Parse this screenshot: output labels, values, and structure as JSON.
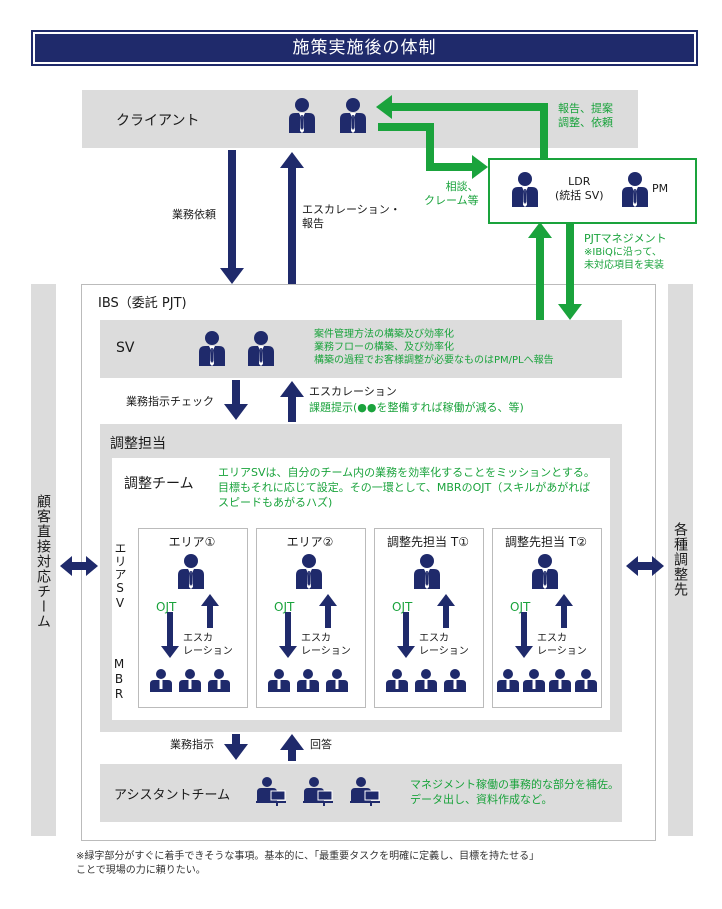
{
  "title": "施策実施後の体制",
  "client": {
    "label": "クライアント"
  },
  "client_to_ldr": "報告、提案\n調整、依頼",
  "complaints": "相談、\nクレーム等",
  "ldr": {
    "ldr_label": "LDR\n(統括 SV)",
    "pm_label": "PM"
  },
  "down_client": "業務依頼",
  "up_client": "エスカレーション・\n報告",
  "pjt_mgmt": {
    "title": "PJTマネジメント",
    "note": "※IBiQに沿って、\n未対応項目を実装"
  },
  "ibs": {
    "label": "IBS（委託 PJT)"
  },
  "sv": {
    "label": "SV",
    "notes": "案件管理方法の構築及び効率化\n業務フローの構築、及び効率化\n構築の過程でお客様調整が必要なものはPM/PLへ報告"
  },
  "sv_down": "業務指示チェック",
  "sv_up_1": "エスカレーション",
  "sv_up_2": "課題提示(●●を整備すれば稼働が減る、等)",
  "coord": {
    "label": "調整担当"
  },
  "coord_team": {
    "label": "調整チーム",
    "note": "エリアSVは、自分のチーム内の業務を効率化することをミッションとする。目標もそれに応じて設定。その一環として、MBRのOJT（スキルがあがればスピードもあがるハズ)"
  },
  "row_labels": {
    "area_sv": "エリアSV",
    "mbr": "MBR"
  },
  "teams": [
    {
      "name": "エリア①"
    },
    {
      "name": "エリア②"
    },
    {
      "name": "調整先担当 T①"
    },
    {
      "name": "調整先担当 T②"
    }
  ],
  "ojt": "OJT",
  "escalation_small": "エスカ\nレーション",
  "assistant_down": "業務指示",
  "assistant_up": "回答",
  "assistant": {
    "label": "アシスタントチーム",
    "note": "マネジメント稼働の事務的な部分を補佐。\nデータ出し、資料作成など。"
  },
  "left_team": "顧客直接対応チーム",
  "right_team": "各種調整先",
  "footnote": "※緑字部分がすぐに着手できそうな事項。基本的に、「最重要タスクを明確に定義し、目標を持たせる」\nことで現場の力に頼りたい。",
  "colors": {
    "navy": "#1f2a6b",
    "green": "#1aa33c",
    "gray": "#dcdcdc"
  }
}
